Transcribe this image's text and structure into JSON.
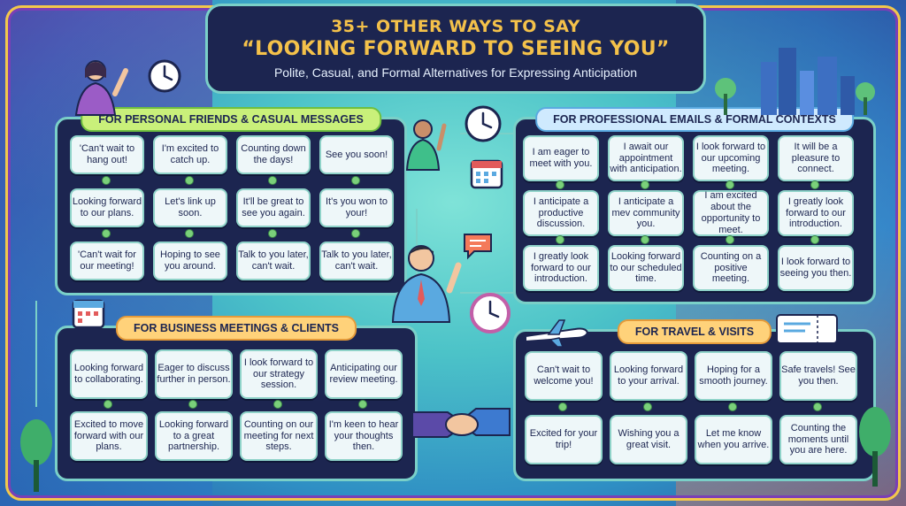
{
  "header": {
    "line1": "35+ OTHER WAYS TO SAY",
    "line2": "“LOOKING FORWARD TO SEEING YOU”",
    "subtitle": "Polite, Casual, and Formal Alternatives for Expressing Anticipation"
  },
  "sections": {
    "personal": {
      "title": "FOR PERSONAL FRIENDS & CASUAL MESSAGES",
      "cards": [
        "'Can't wait to hang out!",
        "I'm excited to catch up.",
        "Counting down the days!",
        "See you soon!",
        "Looking forward to our plans.",
        "Let's link up soon.",
        "It'll be great to see you again.",
        "It's you won to your!",
        "'Can't wait for our meeting!",
        "Hoping to see you around.",
        "Talk to you later, can't wait.",
        "Talk to you later, can't wait."
      ]
    },
    "professional": {
      "title": "FOR PROFESSIONAL EMAILS & FORMAL CONTEXTS",
      "cards": [
        "I am eager to meet with you.",
        "I await our appointment with anticipation.",
        "I look forward to our upcoming meeting.",
        "It will be a pleasure to connect.",
        "I anticipate a productive discussion.",
        "I anticipate a mev community you.",
        "I am excited about the opportunity to meet.",
        "I greatly look forward to our introduction.",
        "I greatly look forward to our introduction.",
        "Looking forward to our scheduled time.",
        "Counting on a positive meeting.",
        "I look forward to seeing you then."
      ]
    },
    "business": {
      "title": "FOR BUSINESS MEETINGS & CLIENTS",
      "cards": [
        "Looking forward to collaborating.",
        "Eager to discuss further in person.",
        "I look forward to our strategy session.",
        "Anticipating our review meeting.",
        "Excited to move forward with our plans.",
        "Looking forward to a great partnership.",
        "Counting on our meeting for next steps.",
        "I'm keen to hear your thoughts then."
      ]
    },
    "travel": {
      "title": "FOR TRAVEL & VISITS",
      "cards": [
        "Can't wait to welcome you!",
        "Looking forward to your arrival.",
        "Hoping for a smooth journey.",
        "Safe travels! See you then.",
        "Excited for your trip!",
        "Wishing you a great visit.",
        "Let me know when you arrive.",
        "Counting the moments until you are here."
      ]
    }
  },
  "colors": {
    "panel": "#1c2550",
    "accent": "#f4c14a",
    "card": "#eef7f9",
    "teal": "#7ad0c8"
  }
}
